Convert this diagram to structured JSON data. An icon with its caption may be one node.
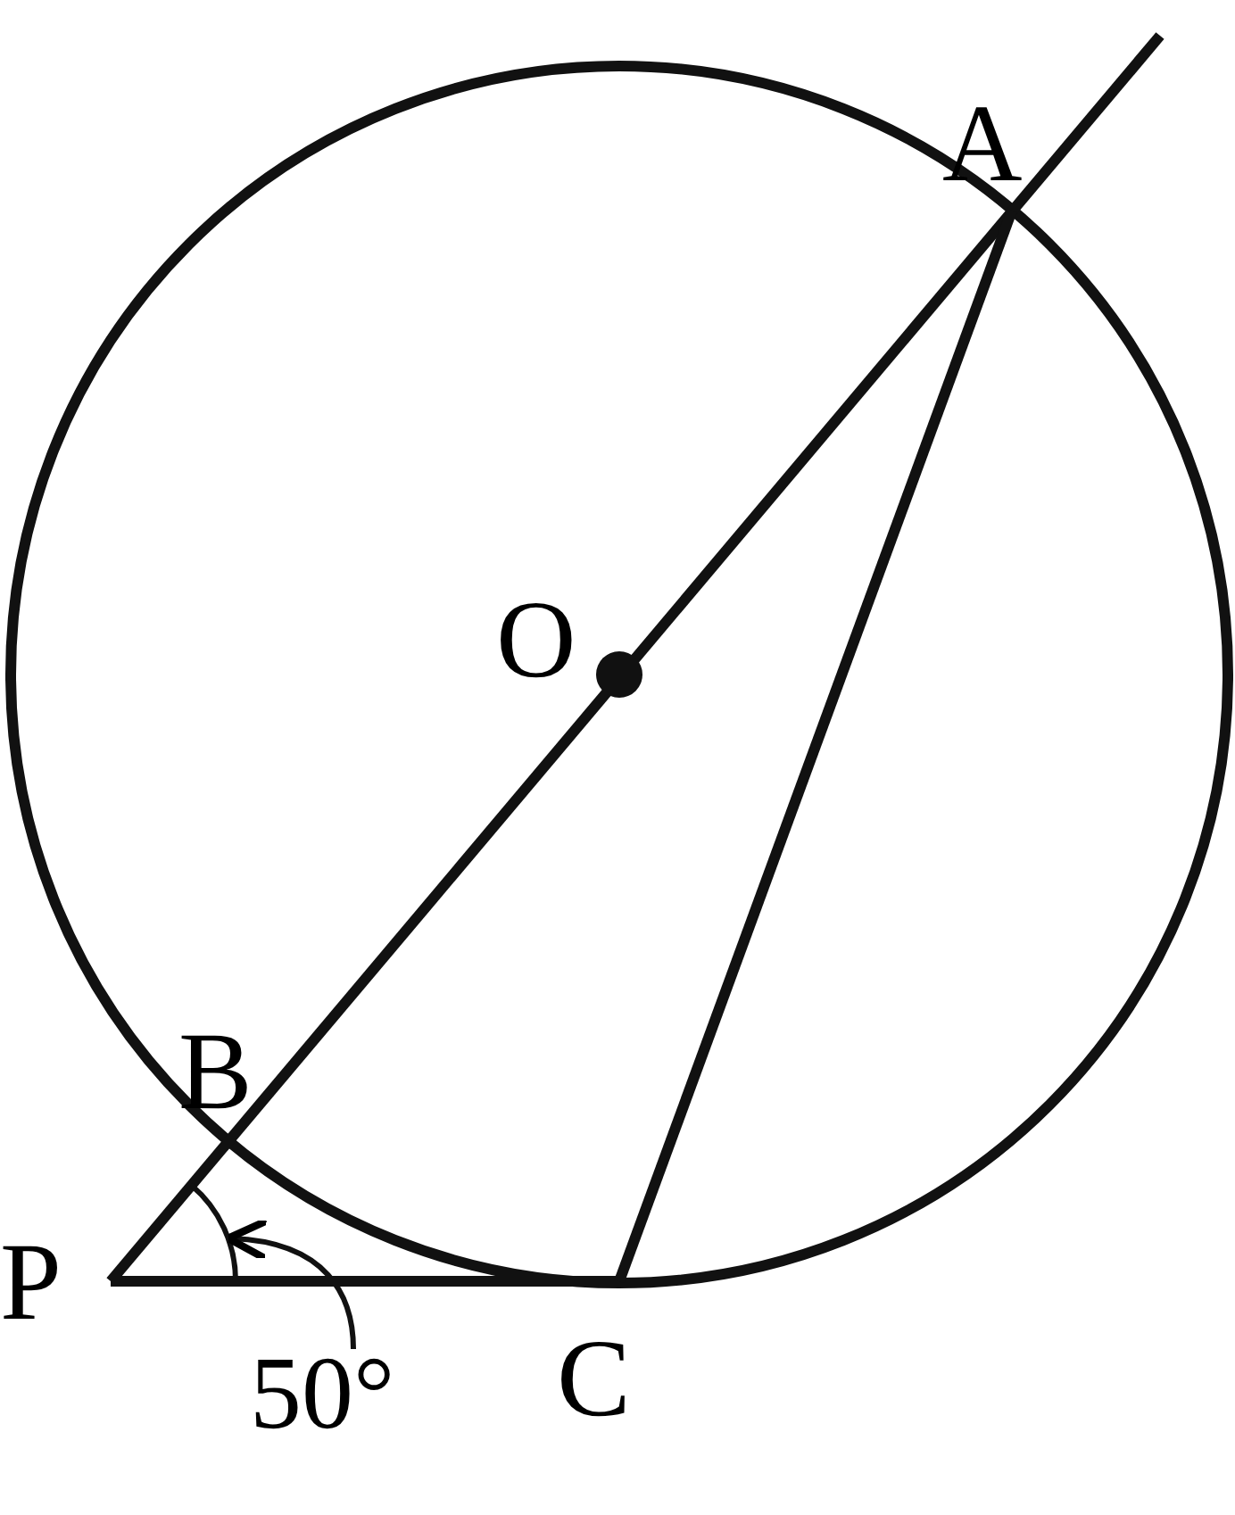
{
  "diagram": {
    "nodes": [
      {
        "text": [
          "50°"
        ]
      },
      {
        "text": [],
        "shape": "arc"
      }
    ],
    "edges": [
      {
        "from": 0,
        "to": 1,
        "arrow": "to"
      }
    ],
    "labels": [
      "A",
      "O",
      "B",
      "P",
      "C"
    ]
  }
}
